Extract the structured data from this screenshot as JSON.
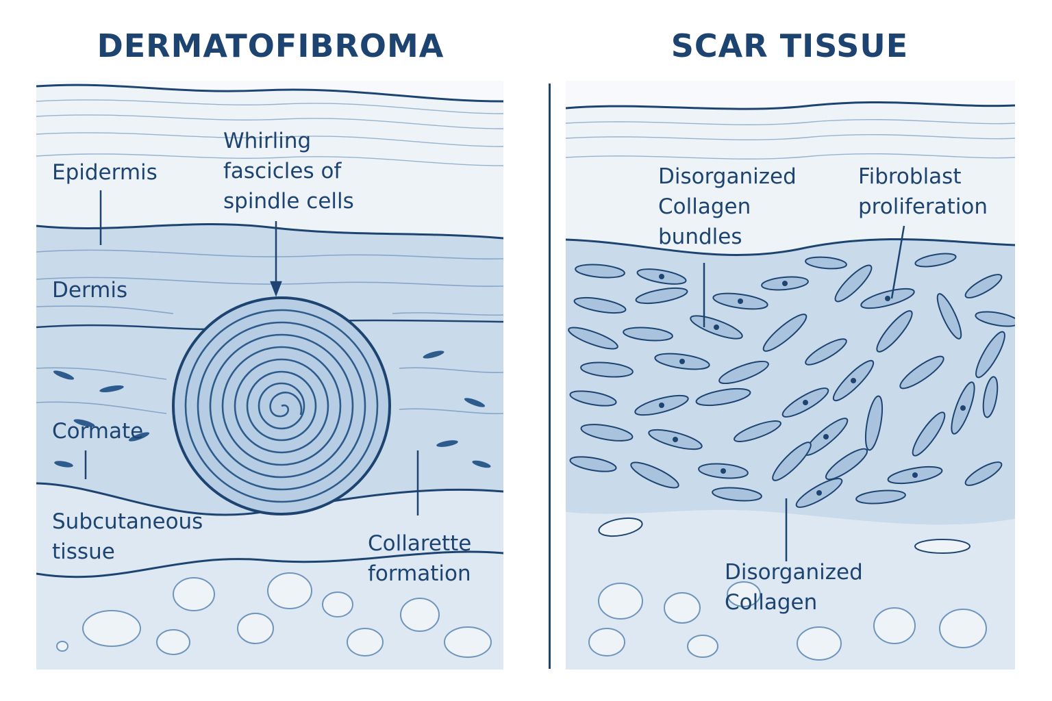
{
  "titles": {
    "left": "DERMATOFIBROMA",
    "right": "SCAR TISSUE"
  },
  "left_panel": {
    "epidermis": "Epidermis",
    "whirling": "Whirling\nfascicles of\nspindle cells",
    "dermis": "Dermis",
    "cormate": "Cormate",
    "subcutaneous": "Subcutaneous\ntissue",
    "collarette": "Collarette\nformation"
  },
  "right_panel": {
    "disorganized_bundles": "Disorganized\nCollagen\nbundles",
    "fibroblast": "Fibroblast\nproliferation",
    "disorganized_collagen": "Disorganized\nCollagen"
  },
  "colors": {
    "ink": "#1d4470",
    "epidermis_fill": "#eef3f8",
    "dermis_fill": "#c9daeb",
    "subcutis_fill": "#dde8f2",
    "cell_fill": "#a9c3de"
  }
}
